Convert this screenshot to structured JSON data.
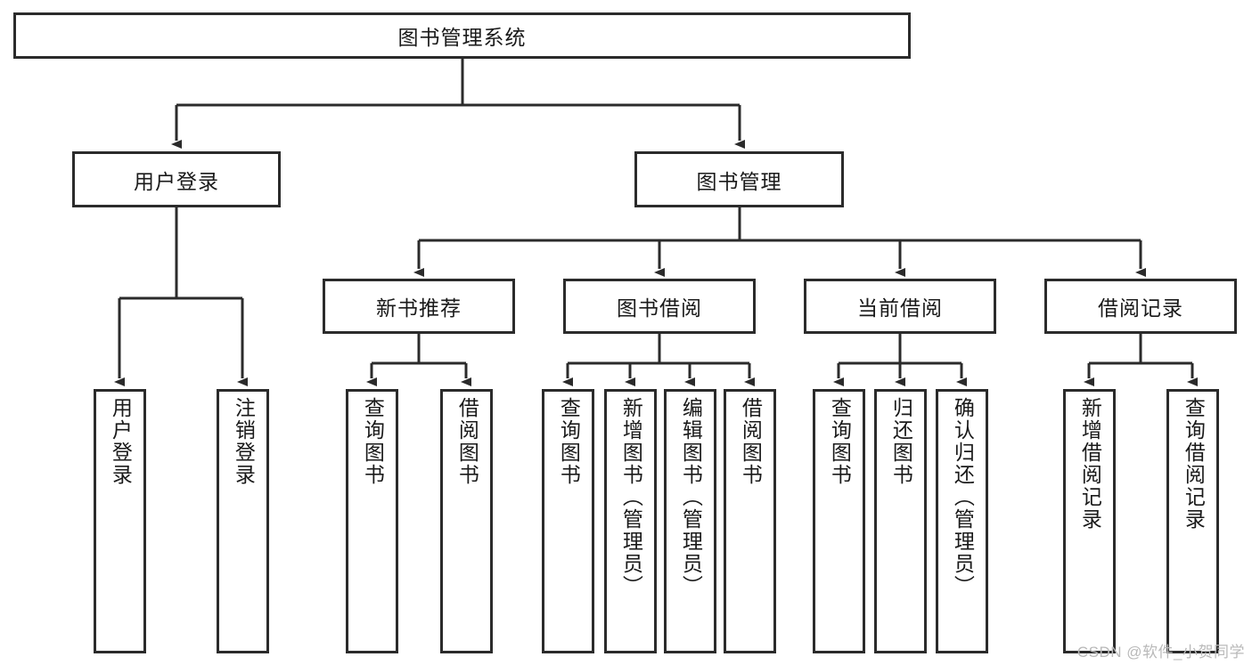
{
  "diagram": {
    "title": "图书管理系统",
    "type": "tree",
    "watermark": "CSDN @软件_小贺同学",
    "root": {
      "id": "root",
      "label": "图书管理系统"
    },
    "level2": [
      {
        "id": "user-login",
        "label": "用户登录"
      },
      {
        "id": "book-management",
        "label": "图书管理"
      }
    ],
    "level3": [
      {
        "id": "new-book-recommend",
        "label": "新书推荐",
        "parent": "book-management"
      },
      {
        "id": "book-borrow",
        "label": "图书借阅",
        "parent": "book-management"
      },
      {
        "id": "current-borrow",
        "label": "当前借阅",
        "parent": "book-management"
      },
      {
        "id": "borrow-record",
        "label": "借阅记录",
        "parent": "book-management"
      }
    ],
    "leaves": [
      {
        "id": "leaf-user-login",
        "label": "用户登录",
        "parent": "user-login"
      },
      {
        "id": "leaf-logout",
        "label": "注销登录",
        "parent": "user-login"
      },
      {
        "id": "leaf-query-book-1",
        "label": "查询图书",
        "parent": "new-book-recommend"
      },
      {
        "id": "leaf-borrow-book-1",
        "label": "借阅图书",
        "parent": "new-book-recommend"
      },
      {
        "id": "leaf-query-book-2",
        "label": "查询图书",
        "parent": "book-borrow"
      },
      {
        "id": "leaf-add-book",
        "label": "新增图书（管理员）",
        "parent": "book-borrow"
      },
      {
        "id": "leaf-edit-book",
        "label": "编辑图书（管理员）",
        "parent": "book-borrow"
      },
      {
        "id": "leaf-borrow-book-2",
        "label": "借阅图书",
        "parent": "book-borrow"
      },
      {
        "id": "leaf-query-book-3",
        "label": "查询图书",
        "parent": "current-borrow"
      },
      {
        "id": "leaf-return-book",
        "label": "归还图书",
        "parent": "current-borrow"
      },
      {
        "id": "leaf-confirm-return",
        "label": "确认归还（管理员）",
        "parent": "current-borrow"
      },
      {
        "id": "leaf-add-record",
        "label": "新增借阅记录",
        "parent": "borrow-record"
      },
      {
        "id": "leaf-query-record",
        "label": "查询借阅记录",
        "parent": "borrow-record"
      }
    ],
    "colors": {
      "stroke": "#2b2b2b",
      "background": "#ffffff",
      "text": "#1a1a1a",
      "watermark": "#b9b9b9"
    }
  }
}
